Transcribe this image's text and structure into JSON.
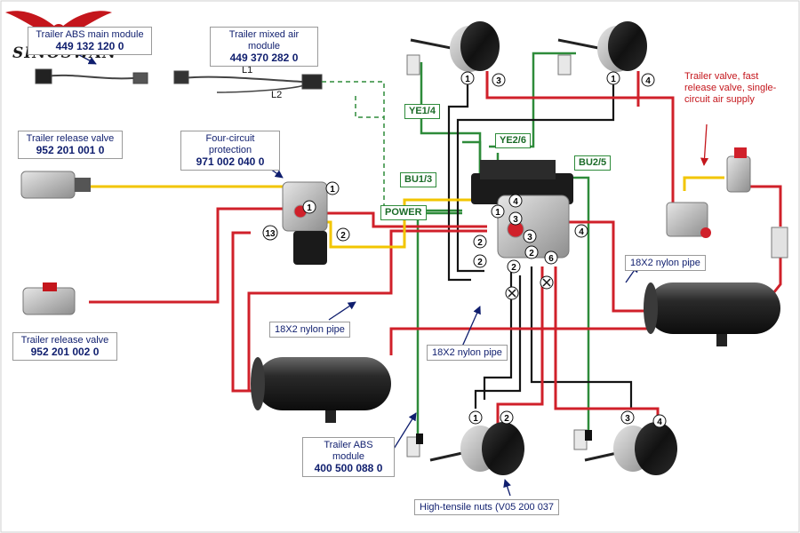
{
  "brand": {
    "name": "SINOSWAN"
  },
  "labels": {
    "abs_main": {
      "title": "Trailer ABS main module",
      "part": "449 132 120 0"
    },
    "mixed_air": {
      "title": "Trailer mixed air module",
      "part": "449 370 282 0"
    },
    "release_valve_1": {
      "title": "Trailer release valve",
      "part": "952 201 001 0"
    },
    "four_circuit": {
      "title": "Four-circuit protection",
      "part": "971 002 040 0"
    },
    "release_valve_2": {
      "title": "Trailer release valve",
      "part": "952 201 002 0"
    },
    "abs_module": {
      "title": "Trailer ABS module",
      "part": "400 500 088 0"
    },
    "fast_release": {
      "text": "Trailer valve, fast release valve, single-circuit air supply"
    },
    "nuts": {
      "text": "High-tensile nuts (V05 200 037"
    },
    "pipe_1": {
      "text": "18X2 nylon pipe"
    },
    "pipe_2": {
      "text": "18X2 nylon pipe"
    },
    "pipe_3": {
      "text": "18X2 nylon pipe"
    },
    "l1": {
      "text": "L1"
    },
    "l2": {
      "text": "L2"
    }
  },
  "tags": {
    "ye14": "YE1/4",
    "ye26": "YE2/6",
    "bu13": "BU1/3",
    "bu25": "BU2/5",
    "power": "POWER"
  },
  "ports": {
    "one": "1",
    "two": "2",
    "three": "3",
    "four": "4",
    "six": "6",
    "thirteen": "13"
  },
  "colors": {
    "air_red": "#d0202a",
    "supply_yellow": "#f2c500",
    "sensor_green": "#2e8b3a",
    "control_black": "#141414",
    "label_blue": "#0f1e6e"
  }
}
